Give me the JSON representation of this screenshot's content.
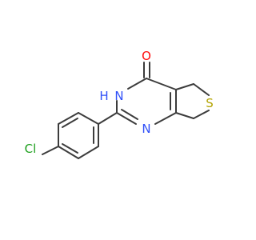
{
  "molecule": {
    "atoms": {
      "O": {
        "label": "O",
        "color": "#ff0d0d"
      },
      "NH": {
        "label": "N",
        "h_label": "H",
        "color": "#3050f8"
      },
      "N": {
        "label": "N",
        "color": "#3050f8"
      },
      "S": {
        "label": "S",
        "color": "#b2a300"
      },
      "Cl": {
        "label": "Cl",
        "color": "#1fa01f"
      }
    },
    "bond_color": "#3c3c3c",
    "background": "#ffffff"
  }
}
